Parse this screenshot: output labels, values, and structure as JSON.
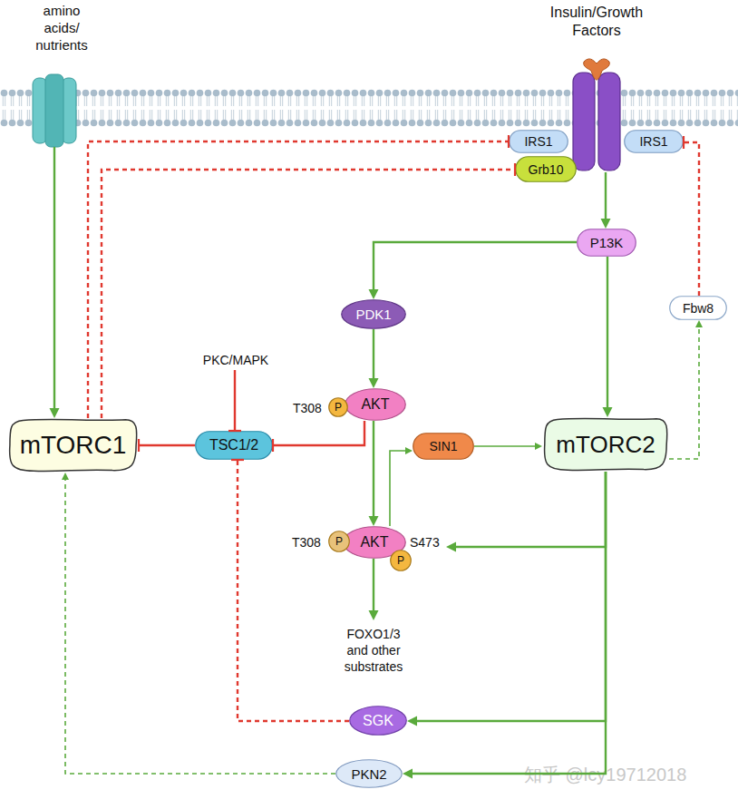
{
  "diagram": {
    "nodes": [
      {
        "text": [
          "amino acids/ nutrients"
        ]
      },
      {
        "text": [
          "Insulin/Growth Factors"
        ]
      },
      {
        "text": [
          "IRS1"
        ]
      },
      {
        "text": [
          "Grb10"
        ]
      },
      {
        "text": [
          "IRS1"
        ]
      },
      {
        "text": [
          "P13K"
        ]
      },
      {
        "text": [
          "PDK1"
        ]
      },
      {
        "text": [
          "Fbw8"
        ]
      },
      {
        "text": [
          "PKC/MAPK"
        ]
      },
      {
        "text": [
          "AKT"
        ]
      },
      {
        "text": [
          "P"
        ]
      },
      {
        "text": [
          "mTORC1"
        ]
      },
      {
        "text": [
          "TSC1/2"
        ]
      },
      {
        "text": [
          "SIN1"
        ]
      },
      {
        "text": [
          "mTORC2"
        ]
      },
      {
        "text": [
          "AKT"
        ]
      },
      {
        "text": [
          "P"
        ]
      },
      {
        "text": [
          "P"
        ]
      },
      {
        "text": [
          "FOXO1/3 and other substrates"
        ]
      },
      {
        "text": [
          "SGK"
        ]
      },
      {
        "text": [
          "PKN2"
        ]
      }
    ],
    "edges": [
      {
        "from": 0,
        "to": 11,
        "arrow": "to"
      },
      {
        "from": 1,
        "to": 5,
        "arrow": "to"
      },
      {
        "from": 5,
        "to": 6,
        "arrow": "to"
      },
      {
        "from": 5,
        "to": 14,
        "arrow": "to"
      },
      {
        "from": 6,
        "to": 9,
        "arrow": "to"
      },
      {
        "from": 11,
        "to": 2,
        "arrow": "to"
      },
      {
        "from": 11,
        "to": 3,
        "arrow": "to"
      },
      {
        "from": 8,
        "to": 12,
        "arrow": "to"
      },
      {
        "from": 9,
        "to": 12,
        "arrow": "to"
      },
      {
        "from": 12,
        "to": 11,
        "arrow": "to"
      },
      {
        "from": 9,
        "to": 15,
        "arrow": "to"
      },
      {
        "from": 15,
        "to": 13,
        "arrow": "to"
      },
      {
        "from": 13,
        "to": 14,
        "arrow": "to"
      },
      {
        "from": 14,
        "to": 7,
        "arrow": "to"
      },
      {
        "from": 7,
        "to": 4,
        "arrow": "to"
      },
      {
        "from": 14,
        "to": 15,
        "arrow": "to"
      },
      {
        "from": 14,
        "to": 19,
        "arrow": "to"
      },
      {
        "from": 14,
        "to": 20,
        "arrow": "to"
      },
      {
        "from": 15,
        "to": 18,
        "arrow": "to"
      },
      {
        "from": 19,
        "to": 12,
        "arrow": "to"
      },
      {
        "from": 20,
        "to": 11,
        "arrow": "to"
      }
    ],
    "labels": [
      "T308",
      "T308",
      "S473",
      "知乎 @lcy19712018"
    ]
  }
}
